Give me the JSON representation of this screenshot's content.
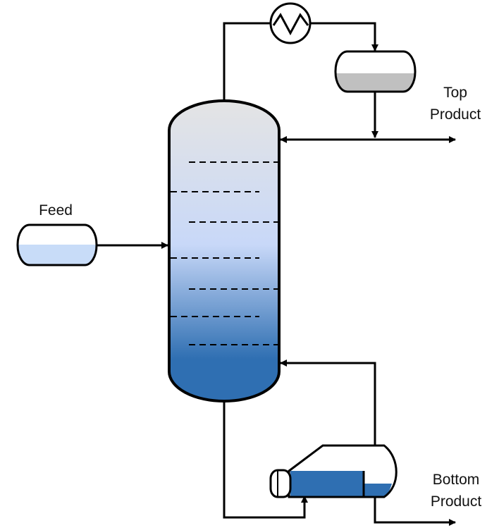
{
  "labels": {
    "feed": "Feed",
    "top_product_line1": "Top",
    "top_product_line2": "Product",
    "bottom_product_line1": "Bottom",
    "bottom_product_line2": "Product"
  },
  "colors": {
    "outline": "#000000",
    "column_top": "#e4e4e4",
    "column_middle": "#c8d8f8",
    "column_bottom": "#2f6fb2",
    "feed_liquid": "#c8dcf8",
    "reflux_liquid": "#c0c0c0",
    "reboiler_liquid": "#2f6fb2"
  },
  "icons": [
    "heat-exchanger-icon",
    "arrowhead-icon"
  ]
}
